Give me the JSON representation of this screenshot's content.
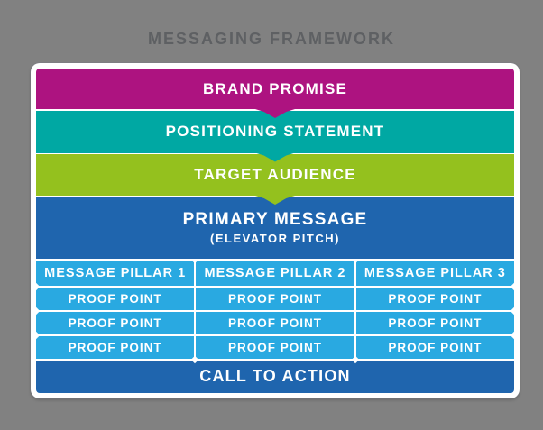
{
  "title": "MESSAGING FRAMEWORK",
  "colors": {
    "background": "#818181",
    "card": "#ffffff",
    "brand_promise": "#ad1380",
    "positioning_statement": "#00a8a3",
    "target_audience": "#94c11e",
    "primary_and_cta_blue": "#1f65ae",
    "pillar_light_blue": "#29a9e1",
    "title_text": "#5e6063",
    "band_text": "#ffffff"
  },
  "framework": {
    "brand_promise": "BRAND PROMISE",
    "positioning_statement": "POSITIONING STATEMENT",
    "target_audience": "TARGET AUDIENCE",
    "primary_message": "PRIMARY MESSAGE",
    "primary_message_sub": "(ELEVATOR PITCH)",
    "pillars": [
      "MESSAGE PILLAR 1",
      "MESSAGE PILLAR 2",
      "MESSAGE PILLAR 3"
    ],
    "proof_rows": [
      [
        "PROOF POINT",
        "PROOF POINT",
        "PROOF POINT"
      ],
      [
        "PROOF POINT",
        "PROOF POINT",
        "PROOF POINT"
      ],
      [
        "PROOF POINT",
        "PROOF POINT",
        "PROOF POINT"
      ]
    ],
    "call_to_action": "CALL TO ACTION"
  }
}
